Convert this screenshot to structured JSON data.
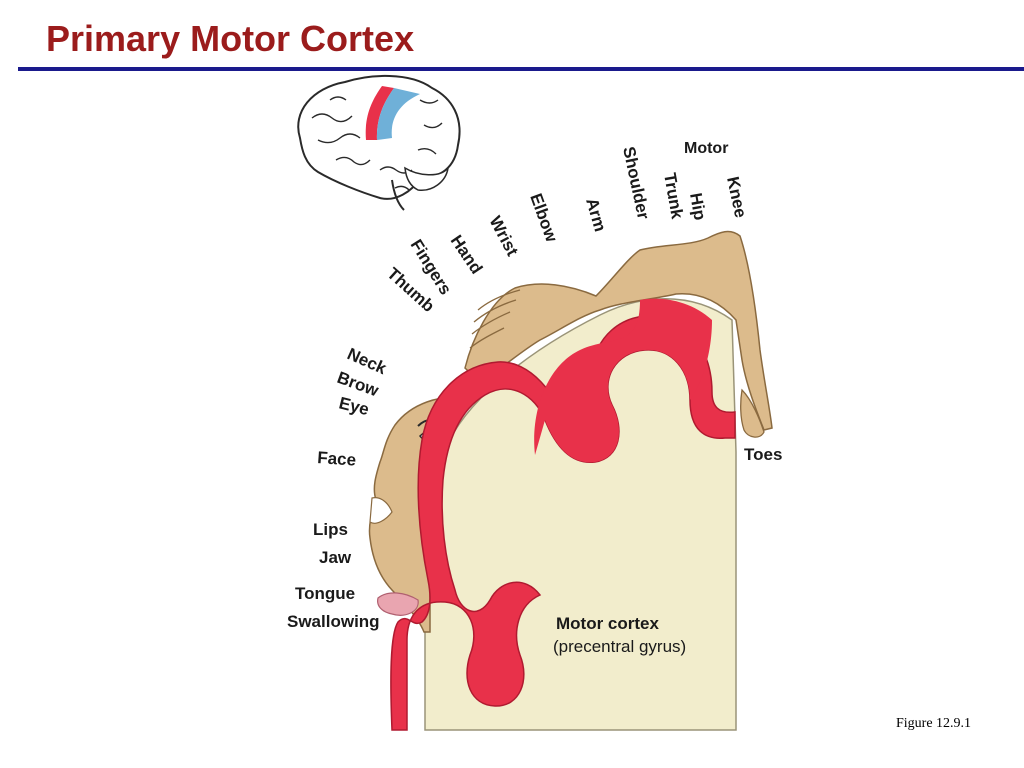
{
  "slide": {
    "title": "Primary Motor Cortex",
    "caption": "Figure 12.9.1"
  },
  "diagram": {
    "header_label": "Motor",
    "body_labels": {
      "knee": "Knee",
      "hip": "Hip",
      "trunk": "Trunk",
      "shoulder": "Shoulder",
      "arm": "Arm",
      "elbow": "Elbow",
      "wrist": "Wrist",
      "hand": "Hand",
      "fingers": "Fingers",
      "thumb": "Thumb",
      "neck": "Neck",
      "brow": "Brow",
      "eye": "Eye",
      "face": "Face",
      "lips": "Lips",
      "jaw": "Jaw",
      "tongue": "Tongue",
      "swallowing": "Swallowing",
      "toes": "Toes"
    },
    "cortex_label": "Motor cortex",
    "cortex_sublabel": "(precentral gyrus)",
    "colors": {
      "cortex_red": "#e8314a",
      "tissue_cream": "#f2edcc",
      "skin_tan": "#dcbb8c",
      "highlight_blue": "#6fb0d8",
      "title_red": "#9b1c1c",
      "rule_blue": "#1a1a8c"
    }
  }
}
